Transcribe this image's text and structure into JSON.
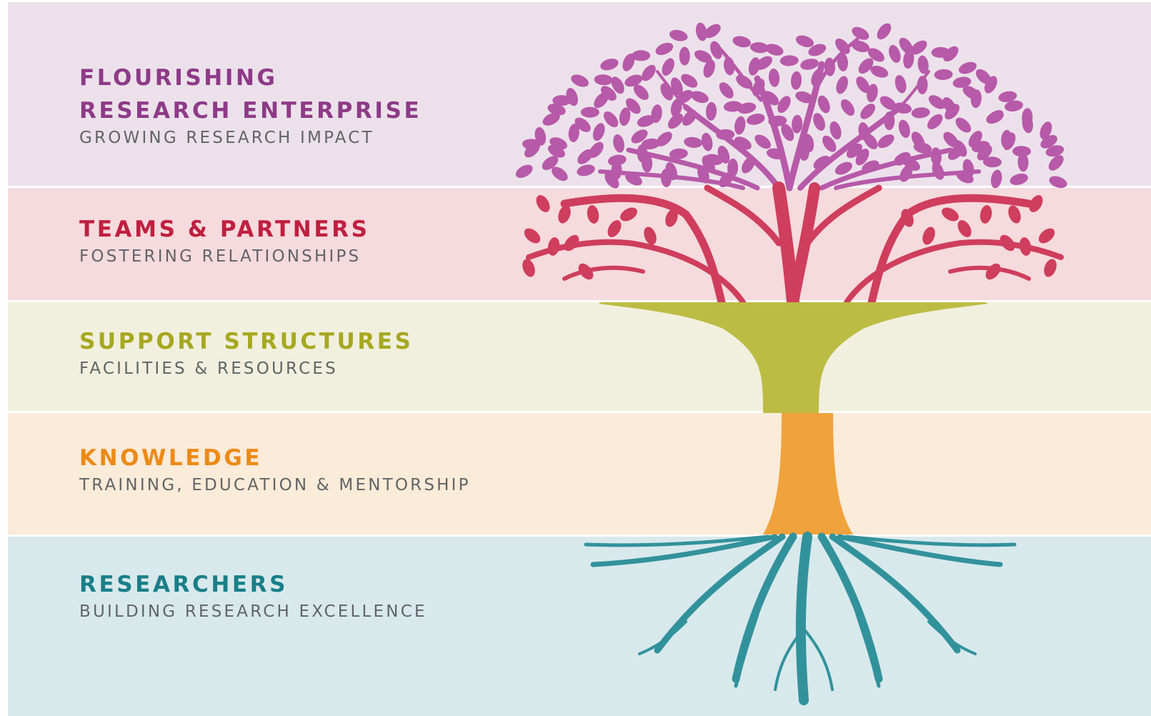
{
  "colors": {
    "band_flourishing": "#ece1ea",
    "band_teams": "#f5dade",
    "band_support": "#f1f0de",
    "band_knowledge": "#fbebd9",
    "band_researchers": "#d8e9ec",
    "canopy": "#b75aa9",
    "branches": "#cf3e5c",
    "trunk_upper": "#bcbc44",
    "trunk_lower": "#f0a23c",
    "roots": "#32929c",
    "subtitle_text": "#616467"
  },
  "levels": [
    {
      "title_lines": [
        "FLOURISHING",
        "RESEARCH ENTERPRISE"
      ],
      "subtitle": "GROWING RESEARCH IMPACT",
      "title_color": "#8e3a88"
    },
    {
      "title_lines": [
        "TEAMS & PARTNERS"
      ],
      "subtitle": "FOSTERING RELATIONSHIPS",
      "title_color": "#c01f3f"
    },
    {
      "title_lines": [
        "SUPPORT STRUCTURES"
      ],
      "subtitle": "FACILITIES & RESOURCES",
      "title_color": "#a7a821"
    },
    {
      "title_lines": [
        "KNOWLEDGE"
      ],
      "subtitle": "TRAINING, EDUCATION & MENTORSHIP",
      "title_color": "#ec8a16"
    },
    {
      "title_lines": [
        "RESEARCHERS"
      ],
      "subtitle": "BUILDING RESEARCH EXCELLENCE",
      "title_color": "#197f88"
    }
  ]
}
